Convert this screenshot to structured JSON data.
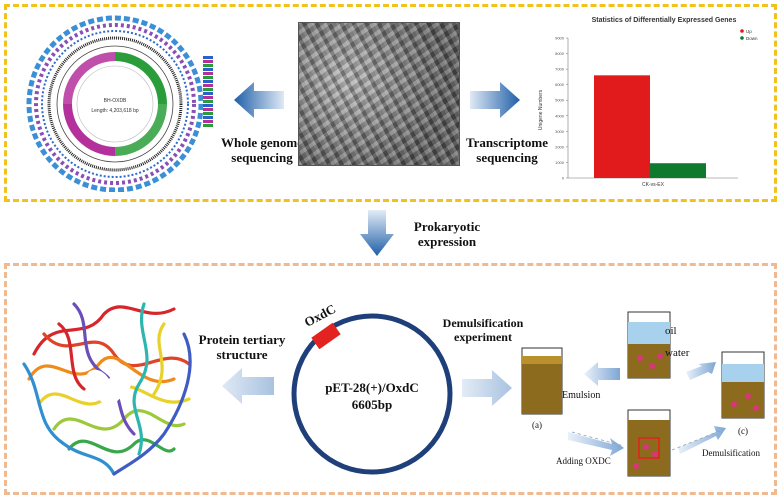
{
  "top": {
    "genome_label": "Whole genome sequencing",
    "transcriptome_label": "Transcriptome sequencing",
    "genome_map": {
      "name": "BH-OXDB",
      "length": "Length: 4,203,618 bp"
    },
    "deg_chart": {
      "title": "Statistics of Differentially Expressed Genes",
      "ylabel": "Unigene Numbers",
      "category": "CK-vs-EX",
      "legend": [
        "Up",
        "Down"
      ],
      "colors": {
        "up": "#e11b1b",
        "down": "#0f7a2e"
      }
    }
  },
  "middle": {
    "prokaryotic_label": "Prokaryotic expression"
  },
  "bottom": {
    "protein_label": "Protein tertiary structure",
    "plasmid": {
      "gene": "OxdC",
      "name": "pET-28(+)/OxdC",
      "size": "6605bp"
    },
    "demulsification_label": "Demulsification experiment",
    "beakers": {
      "a": "(a)",
      "c": "(c)",
      "oil": "oil",
      "water": "water"
    },
    "steps": {
      "emulsion": "Emulsion",
      "adding": "Adding OXDC",
      "demulsification": "Demulsification"
    }
  },
  "chart_data": {
    "type": "bar",
    "title": "Statistics of Differentially Expressed Genes",
    "ylabel": "Unigene Numbers",
    "categories": [
      "CK-vs-EX"
    ],
    "series": [
      {
        "name": "Up",
        "values": [
          6600
        ]
      },
      {
        "name": "Down",
        "values": [
          950
        ]
      }
    ],
    "ylim": [
      0,
      9000
    ],
    "yticks": [
      0,
      1000,
      2000,
      3000,
      4000,
      5000,
      6000,
      7000,
      8000,
      9000
    ],
    "grid": false,
    "legend": "top-right"
  }
}
